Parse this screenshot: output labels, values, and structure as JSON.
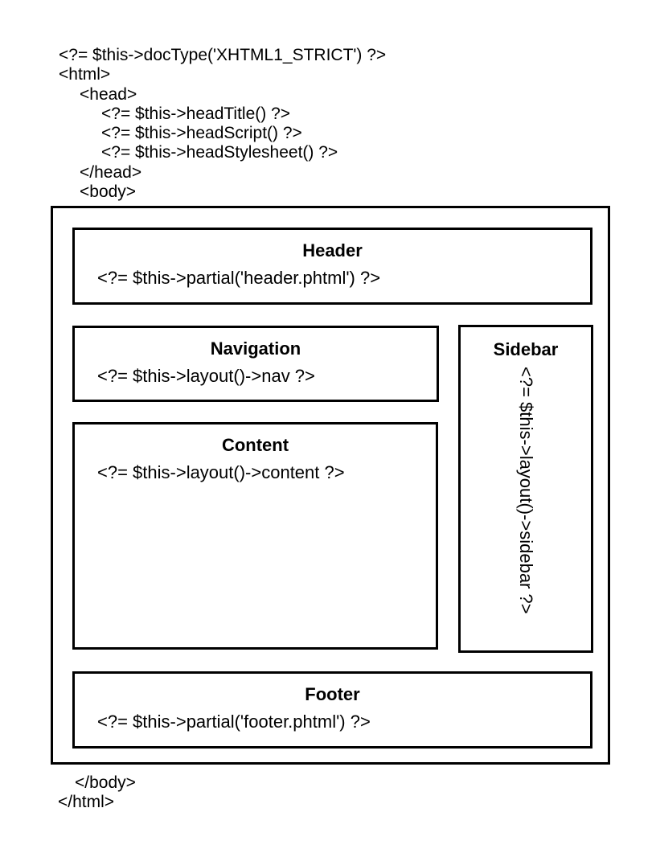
{
  "colors": {
    "background": "#ffffff",
    "foreground": "#000000",
    "border": "#000000"
  },
  "top_code": {
    "lines": [
      {
        "text": "<?= $this->docType('XHTML1_STRICT') ?>",
        "indent": 0
      },
      {
        "text": "<html>",
        "indent": 0
      },
      {
        "text": "<head>",
        "indent": 1
      },
      {
        "text": "<?= $this->headTitle() ?>",
        "indent": 2
      },
      {
        "text": "<?= $this->headScript() ?>",
        "indent": 2
      },
      {
        "text": "<?= $this->headStylesheet() ?>",
        "indent": 2
      },
      {
        "text": "</head>",
        "indent": 1
      },
      {
        "text": "<body>",
        "indent": 1
      }
    ]
  },
  "boxes": {
    "header": {
      "title": "Header",
      "code": "<?= $this->partial('header.phtml') ?>"
    },
    "navigation": {
      "title": "Navigation",
      "code": "<?= $this->layout()->nav ?>"
    },
    "content": {
      "title": "Content",
      "code": "<?= $this->layout()->content ?>"
    },
    "sidebar": {
      "title": "Sidebar",
      "code": "<?= $this->layout()->sidebar ?>"
    },
    "footer": {
      "title": "Footer",
      "code": "<?= $this->partial('footer.phtml') ?>"
    }
  },
  "bottom_code": {
    "lines": [
      {
        "text": "</body>",
        "indent": 1
      },
      {
        "text": "</html>",
        "indent": 0
      }
    ]
  }
}
